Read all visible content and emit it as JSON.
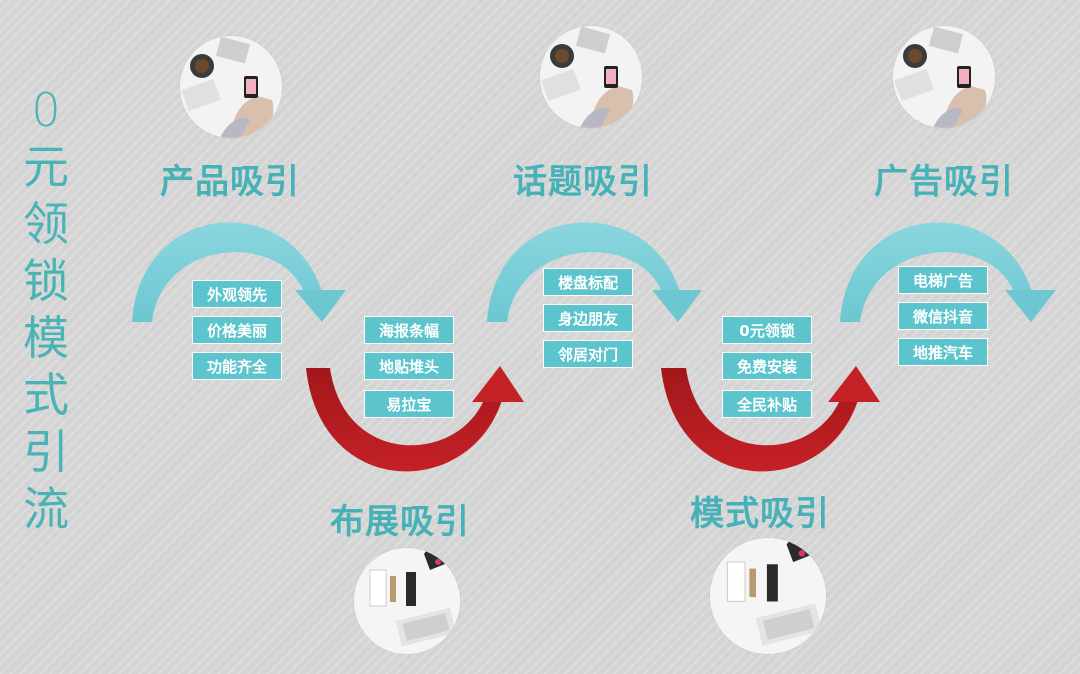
{
  "vertical_title": "0元领锁模式引流",
  "stages": [
    {
      "title": "产品吸引",
      "items": [
        "外观领先",
        "价格美丽",
        "功能齐全"
      ]
    },
    {
      "title": "布展吸引",
      "items": [
        "海报条幅",
        "地贴堆头",
        "易拉宝"
      ]
    },
    {
      "title": "话题吸引",
      "items": [
        "楼盘标配",
        "身边朋友",
        "邻居对门"
      ]
    },
    {
      "title": "模式吸引",
      "items": [
        "0元领锁",
        "免费安装",
        "全民补贴"
      ]
    },
    {
      "title": "广告吸引",
      "items": [
        "电梯广告",
        "微信抖音",
        "地推汽车"
      ]
    }
  ],
  "colors": {
    "teal_arrow": "#7dcfd8",
    "red_arrow": "#bb1e22",
    "tag_bg": "#5bc4cc",
    "heading": "#46b2b8"
  },
  "icons": {
    "photo_top": "phone-desk-photo-icon",
    "photo_bottom": "keyboard-desk-photo-icon"
  }
}
